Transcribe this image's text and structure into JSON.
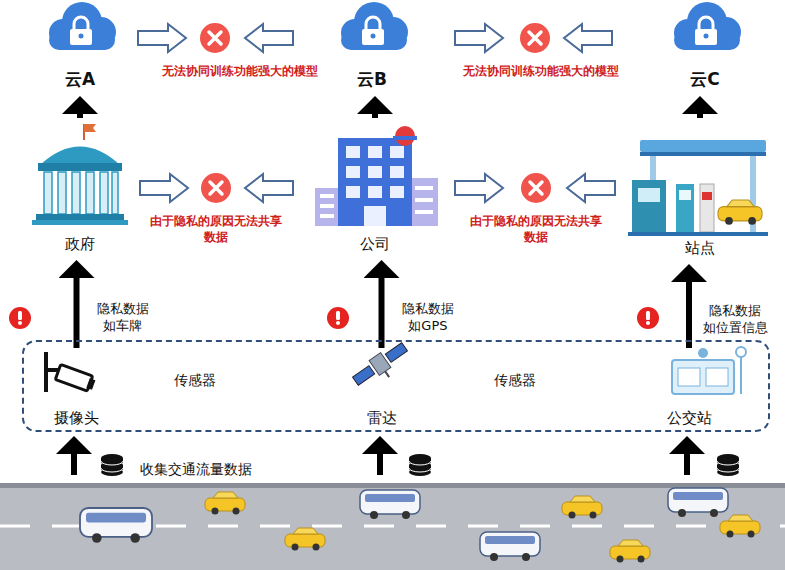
{
  "diagram": {
    "nodes": [
      {
        "text": [
          "云A"
        ]
      },
      {
        "text": [
          "云B"
        ]
      },
      {
        "text": [
          "云C"
        ]
      },
      {
        "text": [
          "政府"
        ]
      },
      {
        "text": [
          "公司"
        ]
      },
      {
        "text": [
          "站点"
        ]
      },
      {
        "text": [
          "传感器",
          "传感器"
        ]
      },
      {
        "text": [
          "摄像头"
        ],
        "in": 6
      },
      {
        "text": [
          "雷达"
        ],
        "in": 6
      },
      {
        "text": [
          "公交站"
        ],
        "in": 6
      }
    ],
    "edges": [
      {
        "from": 7,
        "to": 3,
        "arrow": "to",
        "label": "隐私数据 如车牌"
      },
      {
        "from": 8,
        "to": 4,
        "arrow": "to",
        "label": "隐私数据 如GPS"
      },
      {
        "from": 9,
        "to": 5,
        "arrow": "to",
        "label": "隐私数据 如位置信息"
      },
      {
        "from": 3,
        "to": 0,
        "arrow": "to"
      },
      {
        "from": 4,
        "to": 1,
        "arrow": "to"
      },
      {
        "from": 5,
        "to": 2,
        "arrow": "to"
      }
    ],
    "labels": [
      "无法协同训练功能强大的模型",
      "无法协同训练功能强大的模型",
      "由于隐私的原因无法共享 数据",
      "由于隐私的原因无法共享 数据",
      "收集交通流量数据"
    ]
  }
}
